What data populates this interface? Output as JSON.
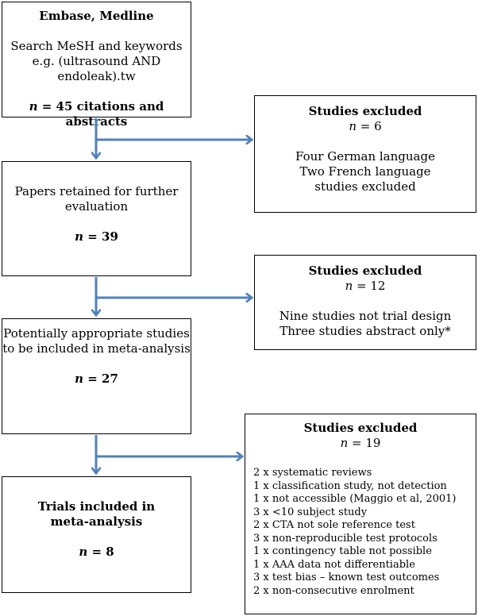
{
  "box1": {
    "title": "Embase, Medline",
    "line1": "Search MeSH and keywords",
    "line2": "e.g. (ultrasound AND",
    "line3": "endoleak).tw",
    "count_n": "n",
    "count_text": " = 45 citations and abstracts"
  },
  "excl1": {
    "title": "Studies excluded",
    "n": "n",
    "n_value": " = 6",
    "line1": "Four German language",
    "line2": "Two French language",
    "line3": "studies excluded"
  },
  "box2": {
    "line1": "Papers retained for further",
    "line2": "evaluation",
    "count_n": "n",
    "count_text": " = 39"
  },
  "excl2": {
    "title": "Studies excluded",
    "n": "n",
    "n_value": " = 12",
    "line1": "Nine studies not trial design",
    "line2": "Three studies abstract only*"
  },
  "box3": {
    "line1": "Potentially appropriate studies",
    "line2": "to be included in meta-analysis",
    "count_n": "n",
    "count_text": " = 27"
  },
  "excl3": {
    "title": "Studies excluded",
    "n": "n",
    "n_value": " = 19",
    "items": [
      "2 x systematic reviews",
      "1 x classification study, not detection",
      "1 x not accessible (Maggio et al, 2001)",
      "3 x  <10 subject study",
      "2 x CTA not sole reference test",
      "3 x non-reproducible test protocols",
      "1 x contingency table not possible",
      "1 x AAA data not differentiable",
      "3 x test bias – known test outcomes",
      "2 x non-consecutive enrolment"
    ]
  },
  "box4": {
    "line1": "Trials included in",
    "line2": "meta-analysis",
    "count_n": "n",
    "count_text": " = 8"
  },
  "colors": {
    "arrow": "#4f81bd",
    "border": "#000000"
  }
}
